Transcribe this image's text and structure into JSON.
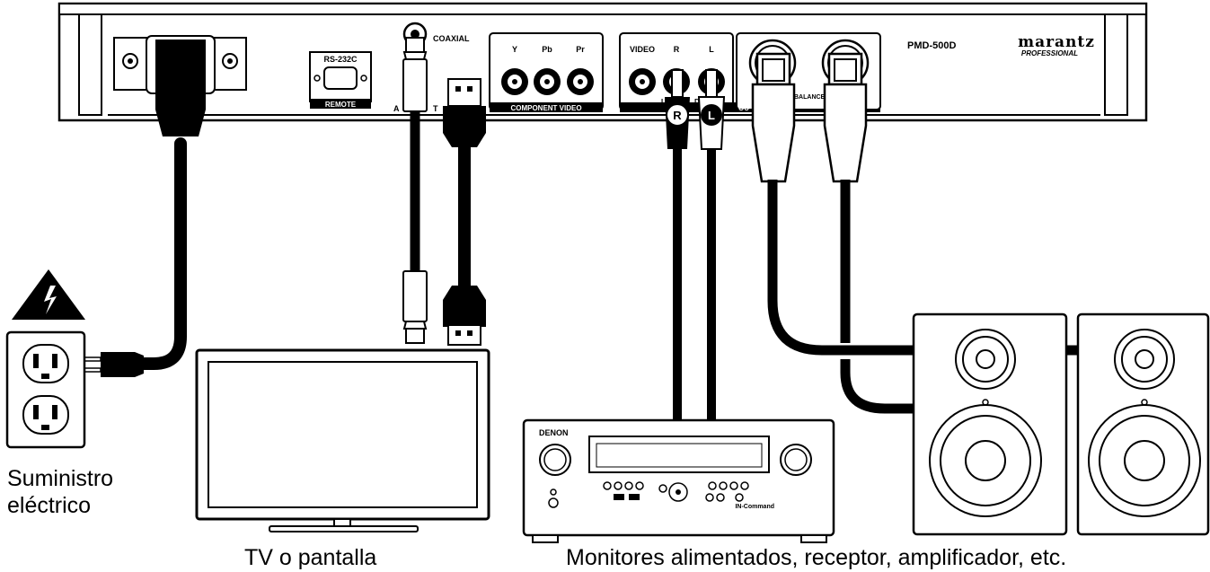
{
  "player": {
    "model": "PMD-500D",
    "brand": "marantz",
    "brand_sub": "PROFESSIONAL",
    "rs232": "RS-232C",
    "remote": "REMOTE",
    "coaxial": "COAXIAL",
    "comp_y": "Y",
    "comp_pb": "Pb",
    "comp_pr": "Pr",
    "component_video": "COMPONENT VIDEO",
    "video": "VIDEO",
    "r": "R",
    "l": "L",
    "balanced": "BALANCED",
    "out_partial": "OU",
    "unbal_partial": "U",
    "d_partial": "D",
    "coax_partial": "A",
    "t_partial": "T"
  },
  "plugs": {
    "right": "R",
    "left": "L"
  },
  "receiver": {
    "brand": "DENON",
    "incommand": "IN-Command"
  },
  "captions": {
    "power_line1": "Suministro",
    "power_line2": "eléctrico",
    "tv": "TV o pantalla",
    "monitors": "Monitores alimentados, receptor, amplificador, etc."
  },
  "colors": {
    "line": "#000000",
    "panel": "#ffffff",
    "cable": "#000000"
  }
}
